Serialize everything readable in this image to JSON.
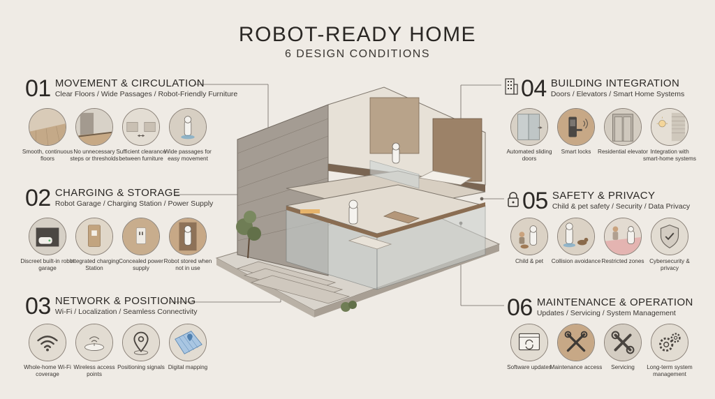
{
  "title": "ROBOT-READY HOME",
  "subtitle": "6 DESIGN CONDITIONS",
  "sections": [
    {
      "num": "01",
      "title": "MOVEMENT & CIRCULATION",
      "subtitle": "Clear Floors / Wide Passages / Robot-Friendly Furniture",
      "items": [
        {
          "caption": "Smooth, continuous floors",
          "icon": "floor-icon"
        },
        {
          "caption": "No unnecessary steps or thresholds",
          "icon": "threshold-icon"
        },
        {
          "caption": "Sufficient clearance between furniture",
          "icon": "furniture-clearance-icon"
        },
        {
          "caption": "Wide passages for easy movement",
          "icon": "robot-passage-icon"
        }
      ]
    },
    {
      "num": "02",
      "title": "CHARGING & STORAGE",
      "subtitle": "Robot Garage / Charging Station / Power Supply",
      "items": [
        {
          "caption": "Discreet built-in robot garage",
          "icon": "robot-garage-icon"
        },
        {
          "caption": "Integrated charging Station",
          "icon": "charging-station-icon"
        },
        {
          "caption": "Concealed power supply",
          "icon": "power-supply-icon"
        },
        {
          "caption": "Robot stored when not in use",
          "icon": "robot-storage-icon"
        }
      ]
    },
    {
      "num": "03",
      "title": "NETWORK & POSITIONING",
      "subtitle": "Wi-Fi / Localization / Seamless Connectivity",
      "items": [
        {
          "caption": "Whole-home Wi-Fi coverage",
          "icon": "wifi-icon"
        },
        {
          "caption": "Wireless access points",
          "icon": "access-point-icon"
        },
        {
          "caption": "Positioning signals",
          "icon": "location-pin-icon"
        },
        {
          "caption": "Digital mapping",
          "icon": "map-icon"
        }
      ]
    },
    {
      "num": "04",
      "title": "BUILDING INTEGRATION",
      "subtitle": "Doors / Elevators / Smart Home Systems",
      "items": [
        {
          "caption": "Automated sliding doors",
          "icon": "sliding-door-icon"
        },
        {
          "caption": "Smart locks",
          "icon": "smart-lock-icon"
        },
        {
          "caption": "Residential elevator",
          "icon": "elevator-icon"
        },
        {
          "caption": "Integration with smart-home systems",
          "icon": "smart-home-icon"
        }
      ]
    },
    {
      "num": "05",
      "title": "SAFETY & PRIVACY",
      "subtitle": "Child & pet safety / Security / Data Privacy",
      "items": [
        {
          "caption": "Child & pet",
          "icon": "child-pet-icon"
        },
        {
          "caption": "Collision avoidance",
          "icon": "collision-icon"
        },
        {
          "caption": "Restricted zones",
          "icon": "restricted-zone-icon"
        },
        {
          "caption": "Cybersecurity & privacy",
          "icon": "shield-check-icon"
        }
      ]
    },
    {
      "num": "06",
      "title": "MAINTENANCE & OPERATION",
      "subtitle": "Updates / Servicing / System Management",
      "items": [
        {
          "caption": "Software updates",
          "icon": "software-update-icon"
        },
        {
          "caption": "Maintenance access",
          "icon": "tools-icon"
        },
        {
          "caption": "Servicing",
          "icon": "wrench-icon"
        },
        {
          "caption": "Long-term system management",
          "icon": "gears-icon"
        }
      ]
    }
  ]
}
